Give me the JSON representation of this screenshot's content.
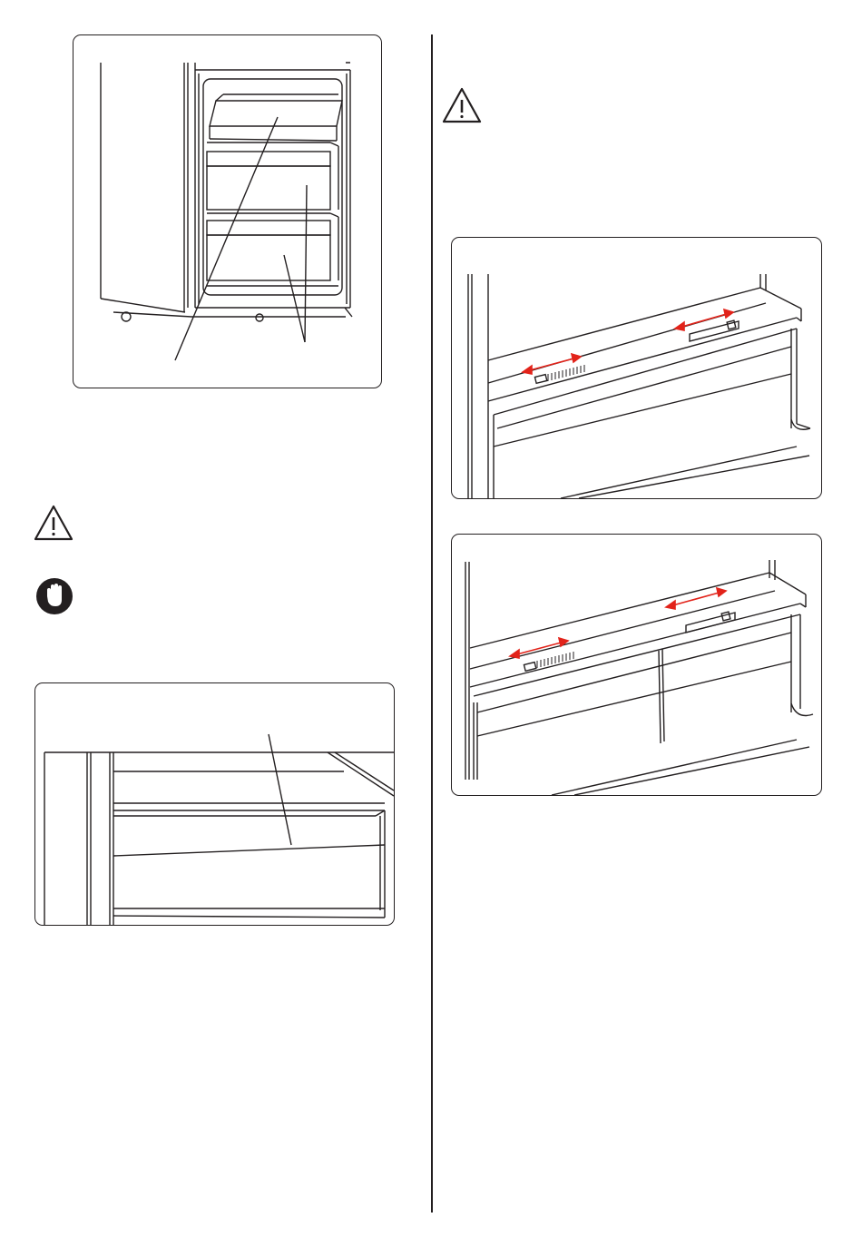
{
  "page": {
    "background": "#ffffff",
    "line_color": "#231f20",
    "arrow_color": "#e2231a"
  },
  "icons": {
    "warning_left": "warning-triangle-icon",
    "stop_hand": "stop-hand-icon",
    "warning_right": "warning-triangle-icon"
  },
  "figures": [
    {
      "name": "freezer-open-door-illustration"
    },
    {
      "name": "drawer-closeup-illustration"
    },
    {
      "name": "single-drawer-vent-slider-illustration"
    },
    {
      "name": "double-drawer-vent-slider-illustration"
    }
  ]
}
